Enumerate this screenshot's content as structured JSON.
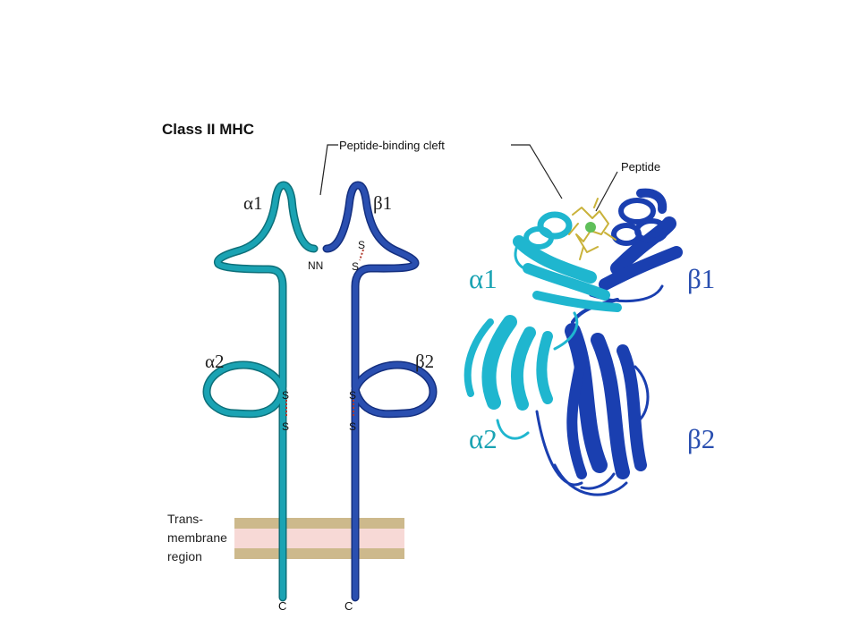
{
  "title": "Class II MHC",
  "labels": {
    "cleft": "Peptide-binding cleft",
    "peptide": "Peptide",
    "alpha1": "α1",
    "beta1": "β1",
    "alpha2": "α2",
    "beta2": "β2",
    "n_terminals": "NN",
    "sulfur": "S",
    "c_terminal": "C",
    "membrane_line1": "Trans-",
    "membrane_line2": "membrane",
    "membrane_line3": "region"
  },
  "colors": {
    "alpha_chain": "#1aa3b3",
    "beta_chain": "#2a4fb0",
    "membrane_band": "#cdb98c",
    "membrane_core": "#f7d9d6",
    "disulfide": "#b03a2e",
    "ribbon_light": "#1fb6cf",
    "ribbon_dark": "#1a3fb0",
    "peptide": "#c9b23a"
  }
}
